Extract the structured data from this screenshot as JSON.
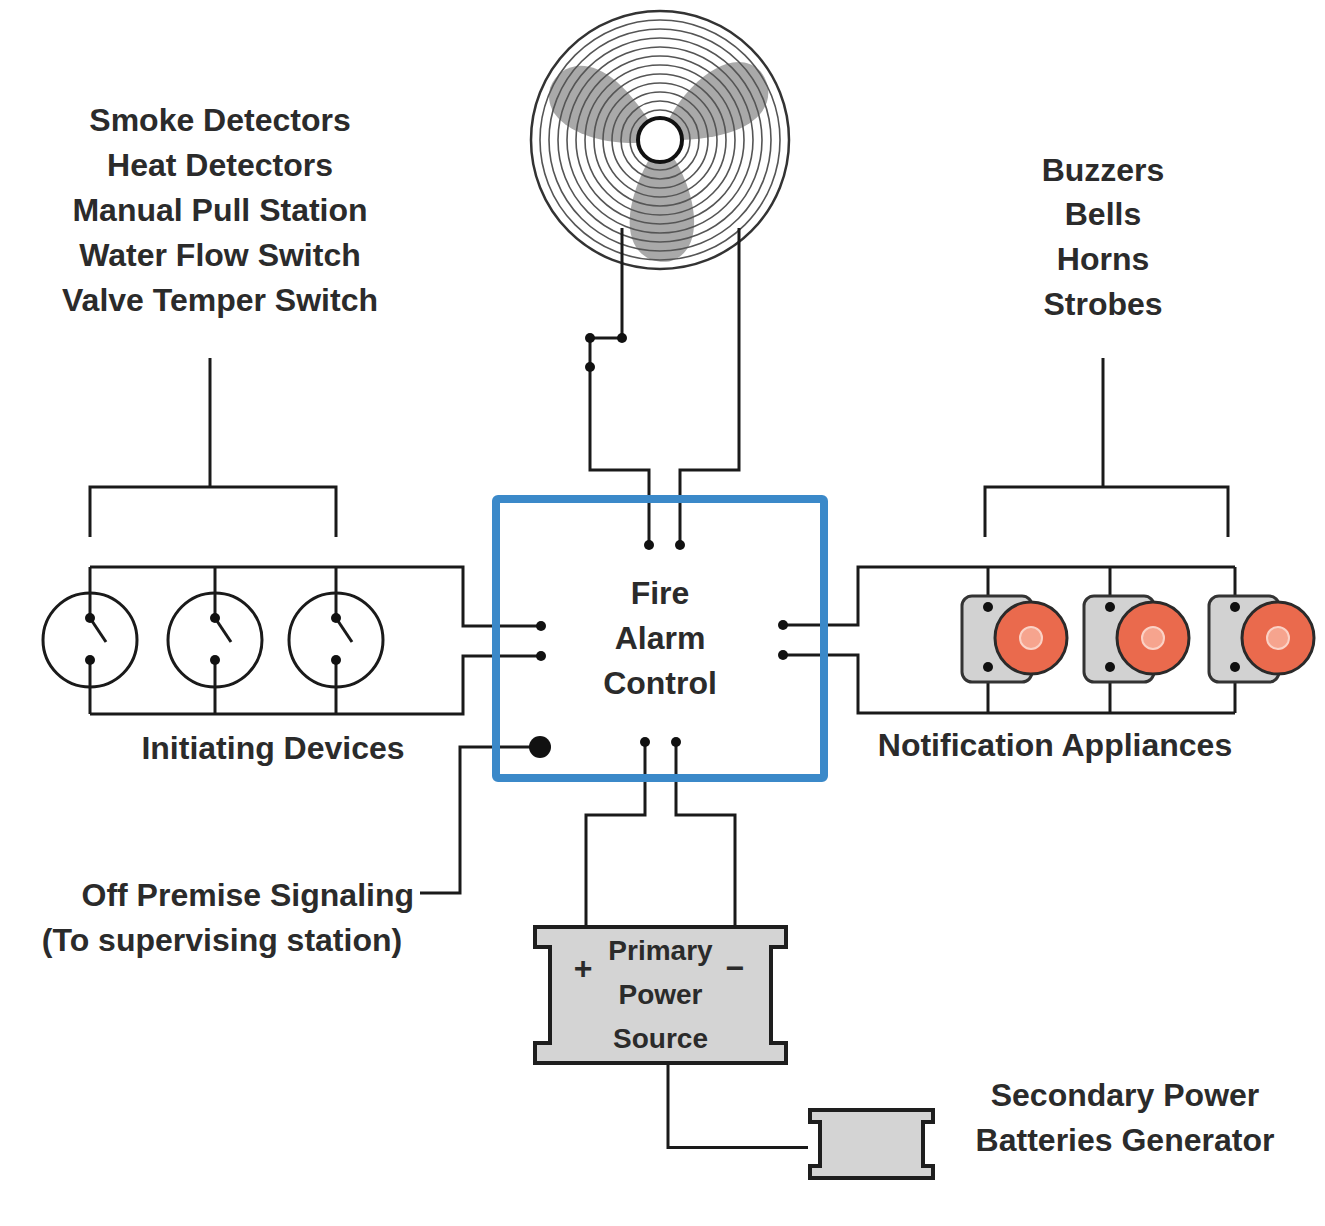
{
  "diagram": {
    "nodes": [
      {
        "text": [
          "Fire Alarm Control"
        ]
      },
      {
        "text": [
          "+",
          "Primary Power Source",
          "−"
        ]
      },
      {
        "text": [
          "Secondary Power Batteries Generator"
        ]
      }
    ],
    "edges": [
      {
        "from": 1,
        "to": 0,
        "arrow": "none"
      },
      {
        "from": 1,
        "to": 0,
        "arrow": "none"
      },
      {
        "from": 2,
        "to": 1,
        "arrow": "none"
      }
    ],
    "labels": [
      "Smoke Detectors",
      "Heat Detectors",
      "Manual Pull Station",
      "Water Flow Switch",
      "Valve Temper Switch",
      "Initiating Devices",
      "Buzzers",
      "Bells",
      "Horns",
      "Strobes",
      "Notification Appliances",
      "Off Premise Signaling",
      "(To supervising station)"
    ]
  }
}
